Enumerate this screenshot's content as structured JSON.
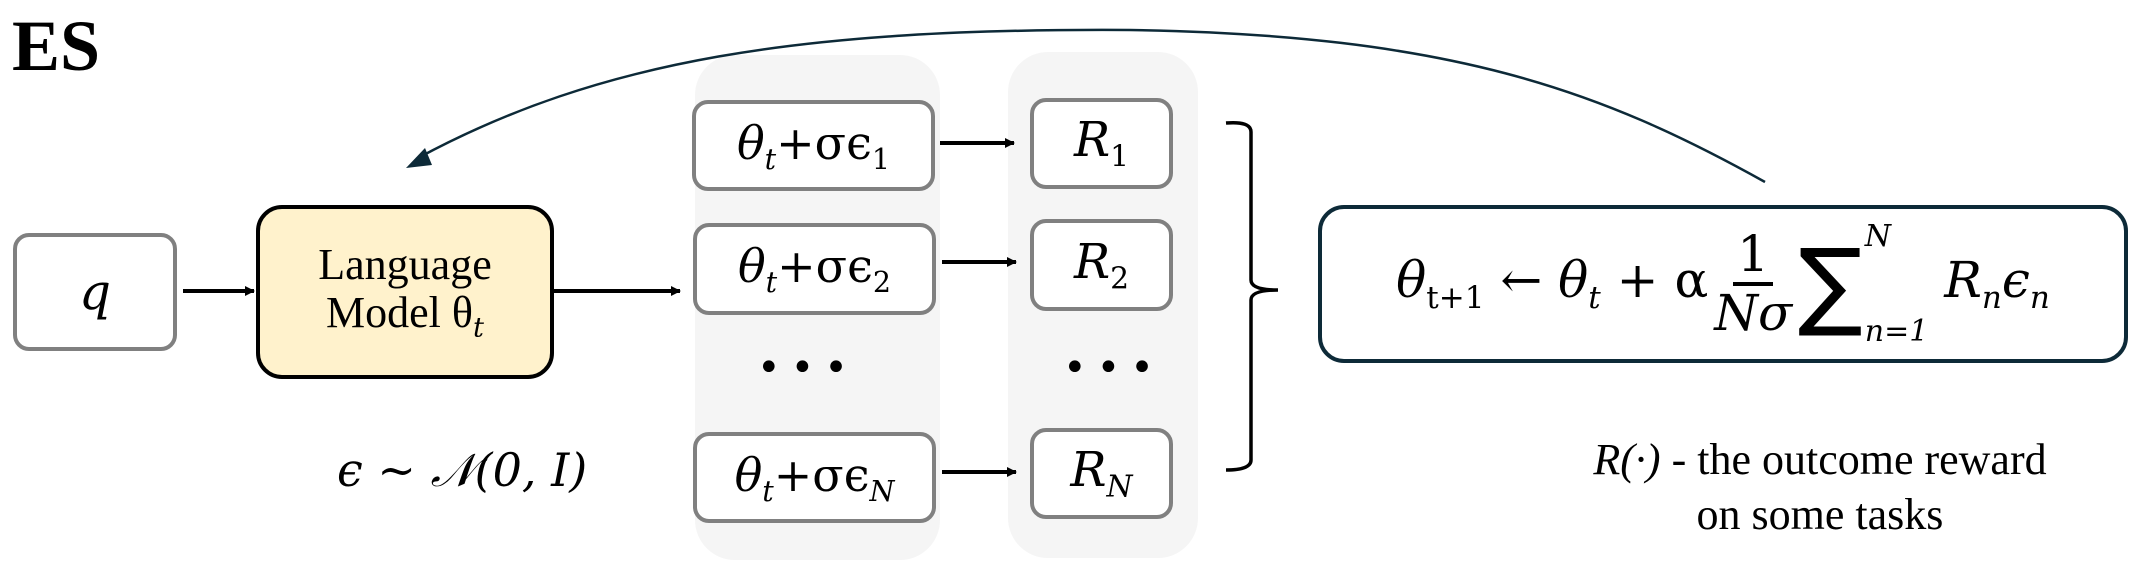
{
  "title": "ES",
  "query": {
    "label": "q"
  },
  "language_model": {
    "line1": "Language",
    "line2_text": "Model ",
    "line2_symbol": "θ",
    "line2_sub": "t"
  },
  "perturbations": [
    {
      "theta": "θ",
      "theta_sub": "t",
      "op": "+σϵ",
      "index": "1"
    },
    {
      "theta": "θ",
      "theta_sub": "t",
      "op": "+σϵ",
      "index": "2"
    },
    {
      "theta": "θ",
      "theta_sub": "t",
      "op": "+σϵ",
      "index": "N"
    }
  ],
  "rewards": [
    {
      "symbol": "R",
      "index": "1"
    },
    {
      "symbol": "R",
      "index": "2"
    },
    {
      "symbol": "R",
      "index": "N"
    }
  ],
  "ellipsis": "•••",
  "noise": {
    "eps": "ϵ",
    "tilde": "~",
    "dist": "𝒩",
    "args": "(0, I)"
  },
  "update_rule": {
    "lhs": "θ",
    "lhs_sub": "t+1",
    "arrow": "←",
    "theta": "θ",
    "theta_sub": "t",
    "plus": "+",
    "alpha": "α",
    "frac_num": "1",
    "frac_den": "Nσ",
    "sum": "∑",
    "sum_upper": "N",
    "sum_lower": "n=1",
    "R": "R",
    "R_sub": "n",
    "eps": "ϵ",
    "eps_sub": "n"
  },
  "caption": {
    "line1_math": "R(·)",
    "line1_text": " - the outcome reward",
    "line2": "on some tasks"
  },
  "colors": {
    "lm_fill": "#fff2cc",
    "feedback_arrow": "#0d2a38",
    "panel": "#f5f5f5",
    "box_border": "#808080"
  }
}
